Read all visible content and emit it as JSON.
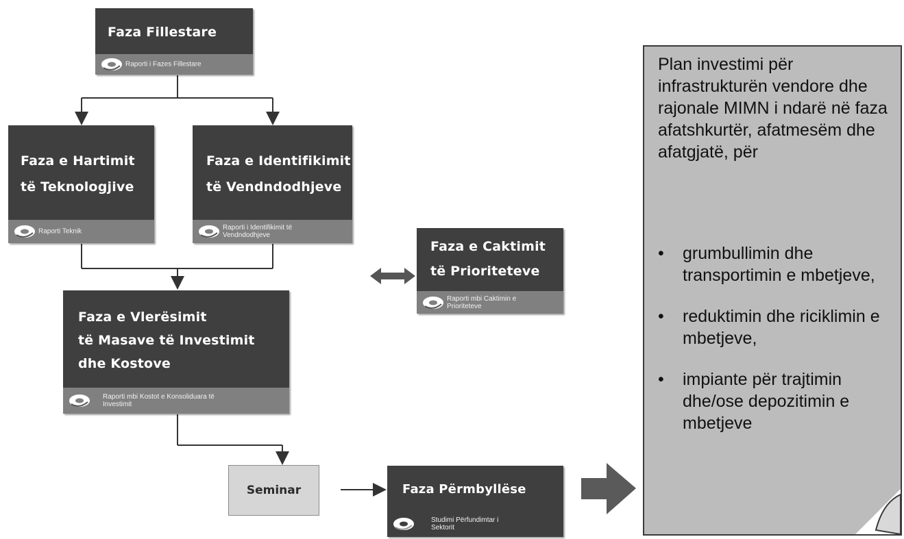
{
  "phases": {
    "initial": {
      "title": "Faza Fillestare",
      "report": "Raporti i Fazes Fillestare"
    },
    "technology": {
      "title_line1": "Faza e Hartimit",
      "title_line2": "të Teknologjive",
      "report": "Raporti Teknik"
    },
    "sites": {
      "title_line1": "Faza e Identifikimit",
      "title_line2": "të Vendndodhjeve",
      "report_line1": "Raporti i Identifikimit të",
      "report_line2": "Vendndodhjeve"
    },
    "priorities": {
      "title_line1": "Faza e Caktimit",
      "title_line2": "të Prioriteteve",
      "report_line1": "Raporti mbi Caktimin e",
      "report_line2": "Prioriteteve"
    },
    "evaluation": {
      "title_line1": "Faza e Vlerësimit",
      "title_line2": "të Masave të Investimit",
      "title_line3": "dhe Kostove",
      "report_line1": "Raporti mbi Kostot e Konsoliduara të",
      "report_line2": "Investimit"
    },
    "seminar": {
      "label": "Seminar"
    },
    "final": {
      "title": "Faza Përmbyllëse",
      "report_line1": "Studimi Përfundimtar i",
      "report_line2": "Sektorit"
    }
  },
  "result_note": {
    "description": "Plan investimi për infrastrukturën vendore dhe rajonale MIMN i ndarë në faza afatshkurtër, afatmesëm dhe afatgjatë, për",
    "bullet_symbol": "•",
    "items": [
      "grumbullimin dhe transportimin e mbetjeve,",
      "reduktimin dhe riciklimin e mbetjeve,",
      "impiante për trajtimin dhe/ose depozitimin e mbetjeve"
    ]
  },
  "colors": {
    "phase_box": "#3f3f3f",
    "report_strip": "#808080",
    "seminar_box": "#d6d6d6",
    "note_bg": "#bcbcbc",
    "connector": "#333333"
  },
  "icons": {
    "report": "cd-disk-icon"
  }
}
